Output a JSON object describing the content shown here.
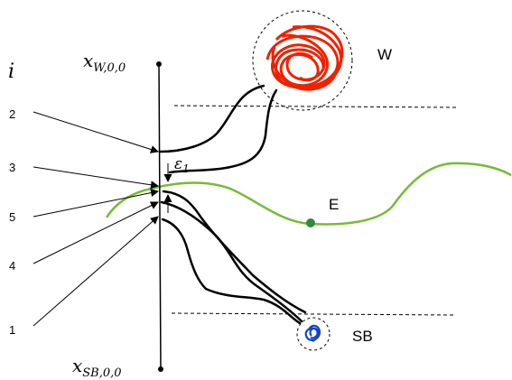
{
  "labels": {
    "index_symbol": "i",
    "top_axis_label": {
      "base": "x",
      "sub": "W,0,0"
    },
    "bottom_axis_label": {
      "base": "x",
      "sub": "SB,0,0"
    },
    "epsilon": {
      "base": "ε",
      "sub": "1"
    },
    "region_w": "W",
    "region_e": "E",
    "region_sb": "SB"
  },
  "indices": [
    "2",
    "3",
    "5",
    "4",
    "1"
  ],
  "colors": {
    "ink": "#000000",
    "w_scribble": "#ee2200",
    "e_curve": "#77bb33",
    "e_point": "#2e8b3a",
    "sb_scribble": "#1144cc"
  }
}
